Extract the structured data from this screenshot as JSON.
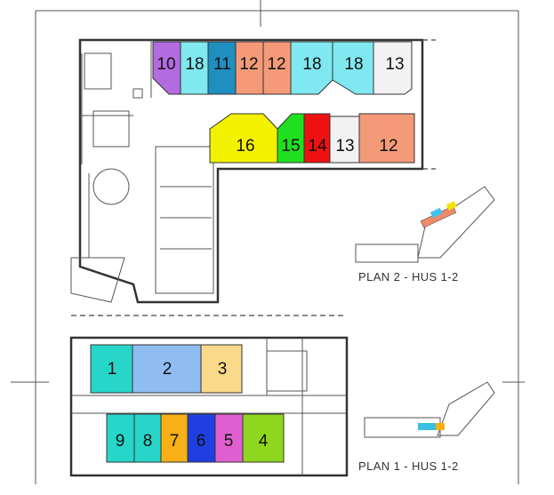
{
  "plans": [
    {
      "id": "plan2",
      "label": "PLAN 2 - HUS 1-2"
    },
    {
      "id": "plan1",
      "label": "PLAN 1 - HUS 1-2"
    }
  ],
  "rooms": [
    {
      "number": "10",
      "color": "#b36be0"
    },
    {
      "number": "18",
      "color": "#7fe8f0"
    },
    {
      "number": "11",
      "color": "#1f8fbf"
    },
    {
      "number": "12",
      "color": "#f59a78"
    },
    {
      "number": "12",
      "color": "#f59a78"
    },
    {
      "number": "18",
      "color": "#7fe8f0"
    },
    {
      "number": "18",
      "color": "#7fe8f0"
    },
    {
      "number": "13",
      "color": "#f2f2f2"
    },
    {
      "number": "16",
      "color": "#f2f200"
    },
    {
      "number": "15",
      "color": "#1ee01e"
    },
    {
      "number": "14",
      "color": "#ee1111"
    },
    {
      "number": "13",
      "color": "#f2f2f2"
    },
    {
      "number": "12",
      "color": "#f59a78"
    },
    {
      "number": "1",
      "color": "#27d6c8"
    },
    {
      "number": "2",
      "color": "#8fbdf2"
    },
    {
      "number": "3",
      "color": "#fad98a"
    },
    {
      "number": "9",
      "color": "#27d6c8"
    },
    {
      "number": "8",
      "color": "#27d6c8"
    },
    {
      "number": "7",
      "color": "#f8b016"
    },
    {
      "number": "6",
      "color": "#1f3fe0"
    },
    {
      "number": "5",
      "color": "#e05fd0"
    },
    {
      "number": "4",
      "color": "#8fd61e"
    }
  ]
}
